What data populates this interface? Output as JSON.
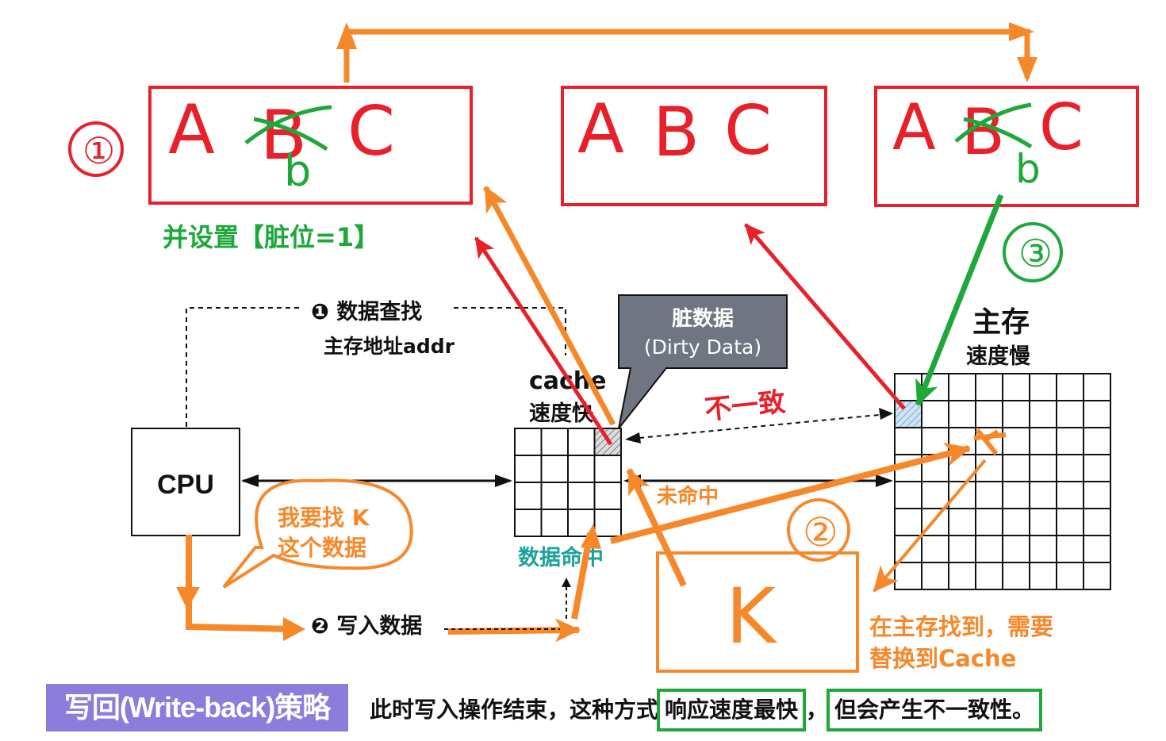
{
  "boxes": [
    {
      "letters": [
        "A",
        "B",
        "C"
      ],
      "correction": "b",
      "step_label": "①",
      "note": "并设置【脏位=1】"
    },
    {
      "letters": [
        "A",
        "B",
        "C"
      ]
    },
    {
      "letters": [
        "A",
        "B",
        "C"
      ],
      "correction": "b",
      "step_label": "③"
    }
  ],
  "k_box": {
    "letter": "K",
    "step_label": "②"
  },
  "steps": {
    "lookup": "❶ 数据查找",
    "address": "主存地址addr",
    "write": "❷ 写入数据"
  },
  "cpu": {
    "label": "CPU"
  },
  "cache": {
    "label": "cache",
    "speed": "速度快",
    "hit": "数据命中"
  },
  "main_memory": {
    "label": "主存",
    "speed": "速度慢"
  },
  "dirty": {
    "line1": "脏数据",
    "line2": "(Dirty Data)"
  },
  "inconsistent": "不一致",
  "miss": "未命中",
  "speech": {
    "line1": "我要找 K",
    "line2": "这个数据"
  },
  "found_note": {
    "line1": "在主存找到，需要",
    "line2": "替换到Cache"
  },
  "footer": {
    "banner": "写回(Write-back)策略",
    "prefix": "此时写入操作结束，这种方式",
    "highlight1": "响应速度最快",
    "separator": "，",
    "highlight2": "但会产生不一致性。"
  },
  "colors": {
    "red": "#e8202a",
    "green": "#1fa83a",
    "orange": "#f7882a",
    "gray_callout": "#6f7681",
    "banner": "#8c7cdc"
  }
}
